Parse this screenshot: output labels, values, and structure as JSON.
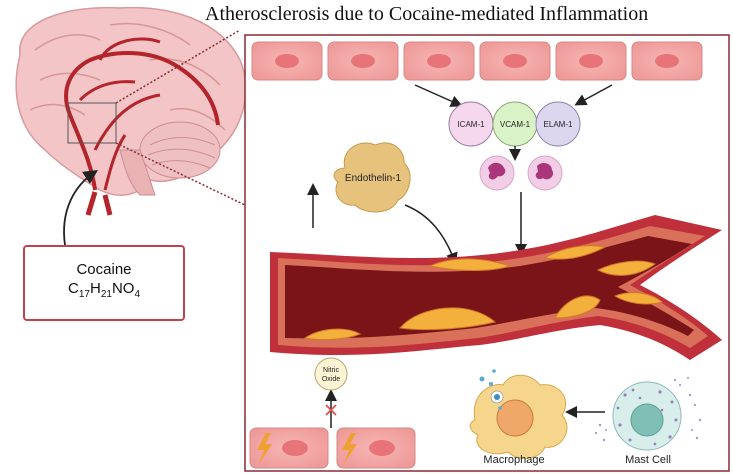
{
  "title": "Atherosclerosis due to Cocaine-mediated Inflammation",
  "cocaine": {
    "name": "Cocaine",
    "formula_c": "C",
    "formula_c_sub": "17",
    "formula_h": "H",
    "formula_h_sub": "21",
    "formula_no": "NO",
    "formula_o_sub": "4"
  },
  "adhesion_molecules": [
    "ICAM-1",
    "VCAM-1",
    "ELAM-1"
  ],
  "endothelin_label": "Endothelin-1",
  "nitric_oxide_label_line1": "Nitric",
  "nitric_oxide_label_line2": "Oxide",
  "macrophage_label": "Macrophage",
  "mast_cell_label": "Mast Cell",
  "colors": {
    "frame": "#8b2a30",
    "cell_fill": "#f2a7a5",
    "nucleus": "#e8747a",
    "vessel_wall": "#c0303a",
    "vessel_lumen": "#7a1418",
    "plaque": "#f4b03c",
    "brain": "#f4c4c4",
    "artery": "#b3242b"
  }
}
